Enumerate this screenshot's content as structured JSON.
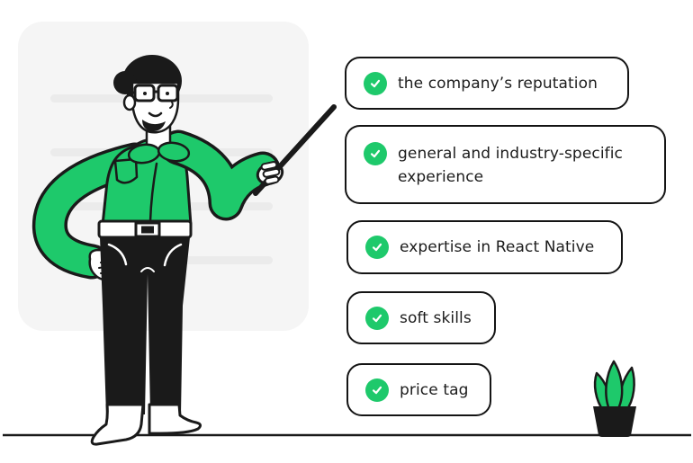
{
  "checklist": {
    "item_icon": "check-circle-icon",
    "items": [
      {
        "id": "company-reputation",
        "label": "the company’s reputation"
      },
      {
        "id": "experience",
        "label": "general and industry-specific experience"
      },
      {
        "id": "react-native-expertise",
        "label": "expertise in React Native"
      },
      {
        "id": "soft-skills",
        "label": "soft skills"
      },
      {
        "id": "price-tag",
        "label": "price tag"
      }
    ]
  },
  "illustration": {
    "elements": [
      "whiteboard",
      "whiteboard-text-lines",
      "presenter-with-pointer",
      "pointer-stick",
      "ground-line",
      "potted-plant"
    ]
  },
  "colors": {
    "background": "#FFFFFF",
    "green": "#1EC96B",
    "outline": "#1A1A1A",
    "card_border": "#141414",
    "text": "#1C1C1C",
    "board_bg": "#F5F5F5",
    "board_line": "#EBEBEB"
  }
}
